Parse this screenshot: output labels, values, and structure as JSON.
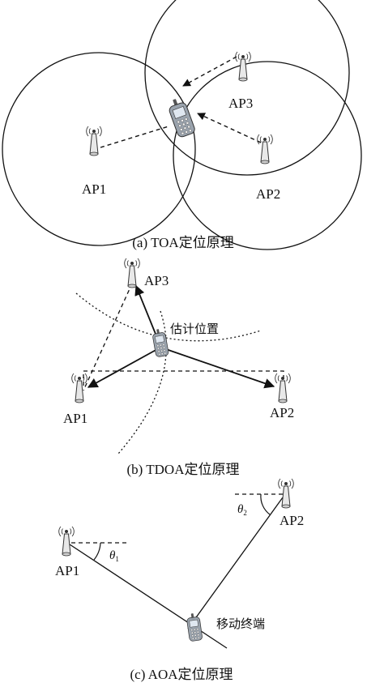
{
  "panels": {
    "toa": {
      "caption": "(a) TOA定位原理",
      "ap_labels": [
        "AP1",
        "AP2",
        "AP3"
      ]
    },
    "tdoa": {
      "caption": "(b) TDOA定位原理",
      "ap_labels": [
        "AP1",
        "AP2",
        "AP3"
      ],
      "estimate_label": "估计位置"
    },
    "aoa": {
      "caption": "(c) AOA定位原理",
      "ap_labels": [
        "AP1",
        "AP2"
      ],
      "theta1_symbol": "θ",
      "theta1_sub": "1",
      "theta2_symbol": "θ",
      "theta2_sub": "2",
      "terminal_label": "移动终端"
    }
  }
}
